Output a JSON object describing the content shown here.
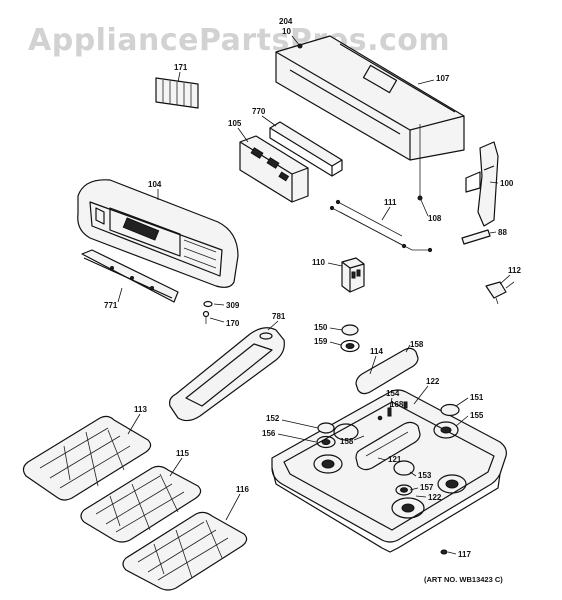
{
  "watermark": "AppliancePartsPros.com",
  "callouts": {
    "p204": "204",
    "p10": "10",
    "p171": "171",
    "p107": "107",
    "p770": "770",
    "p105": "105",
    "p100": "100",
    "p104": "104",
    "p111": "111",
    "p108": "108",
    "p88": "88",
    "p110": "110",
    "p112": "112",
    "p771": "771",
    "p309": "309",
    "p170": "170",
    "p781": "781",
    "p150": "150",
    "p159": "159",
    "p114": "114",
    "p158a": "158",
    "p154": "154",
    "p168": "168",
    "p122a": "122",
    "p151": "151",
    "p155": "155",
    "p113": "113",
    "p152": "152",
    "p156": "156",
    "p158b": "158",
    "p121": "121",
    "p153": "153",
    "p157": "157",
    "p122b": "122",
    "p115": "115",
    "p116": "116",
    "p117": "117"
  },
  "art_number": "(ART NO. WB13423 C)"
}
